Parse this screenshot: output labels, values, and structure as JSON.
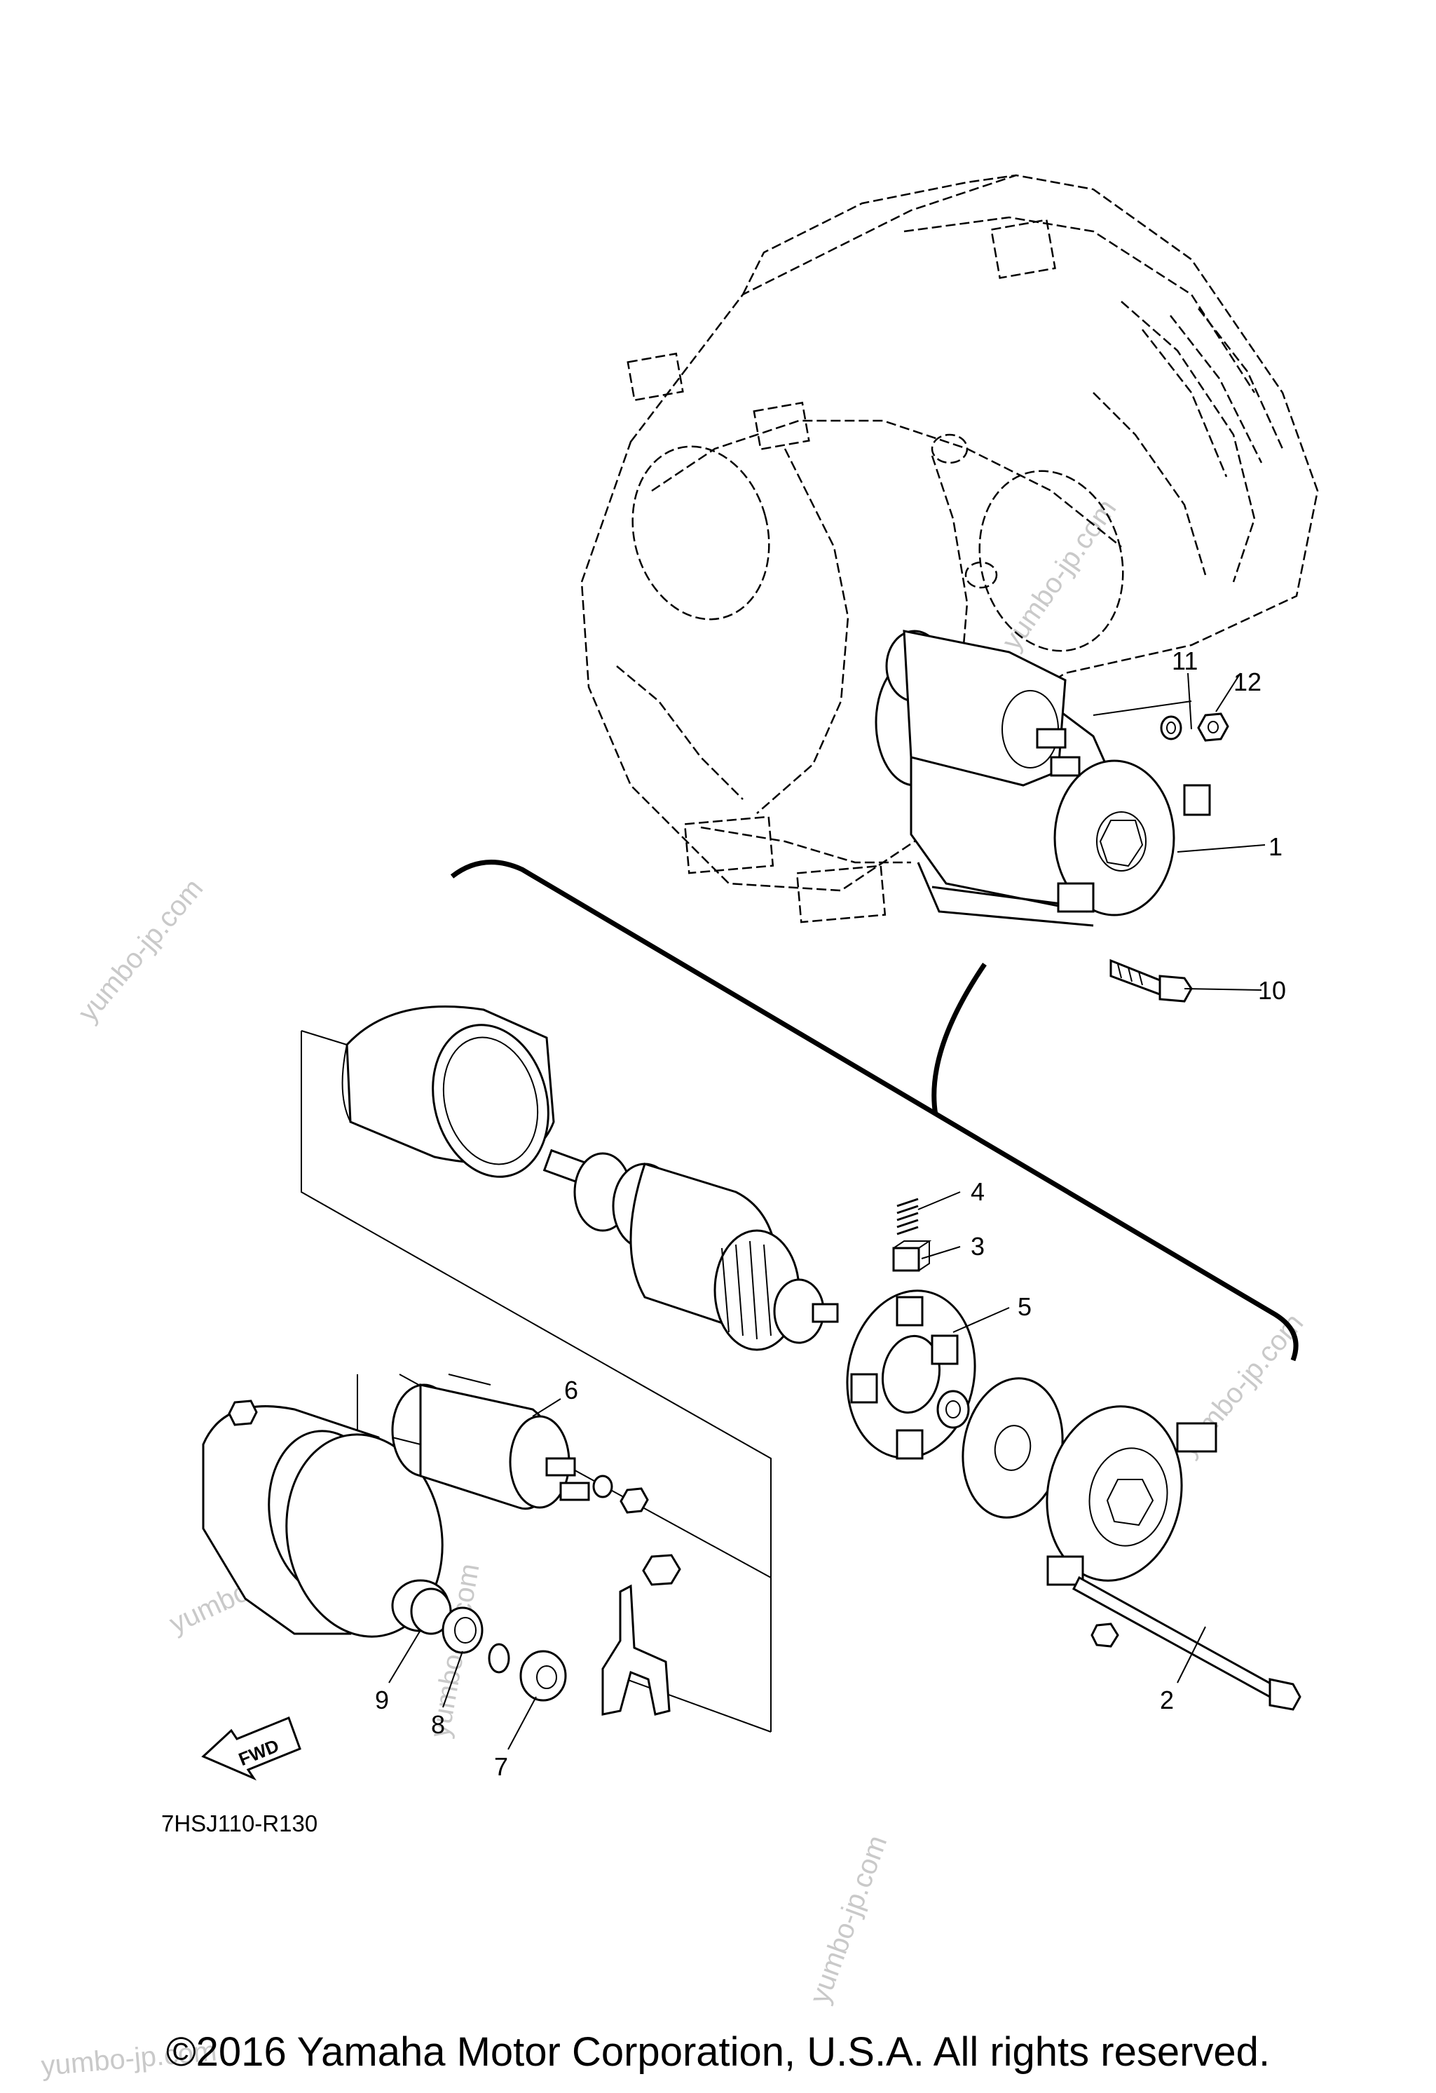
{
  "diagram": {
    "code": "7HSJ110-R130",
    "fwd_label": "FWD",
    "callouts": [
      "1",
      "2",
      "3",
      "4",
      "5",
      "6",
      "7",
      "8",
      "9",
      "10",
      "11",
      "12"
    ],
    "watermark": "yumbo-jp.com"
  },
  "footer": {
    "copyright": "©2016 Yamaha Motor Corporation, U.S.A. All rights reserved."
  }
}
